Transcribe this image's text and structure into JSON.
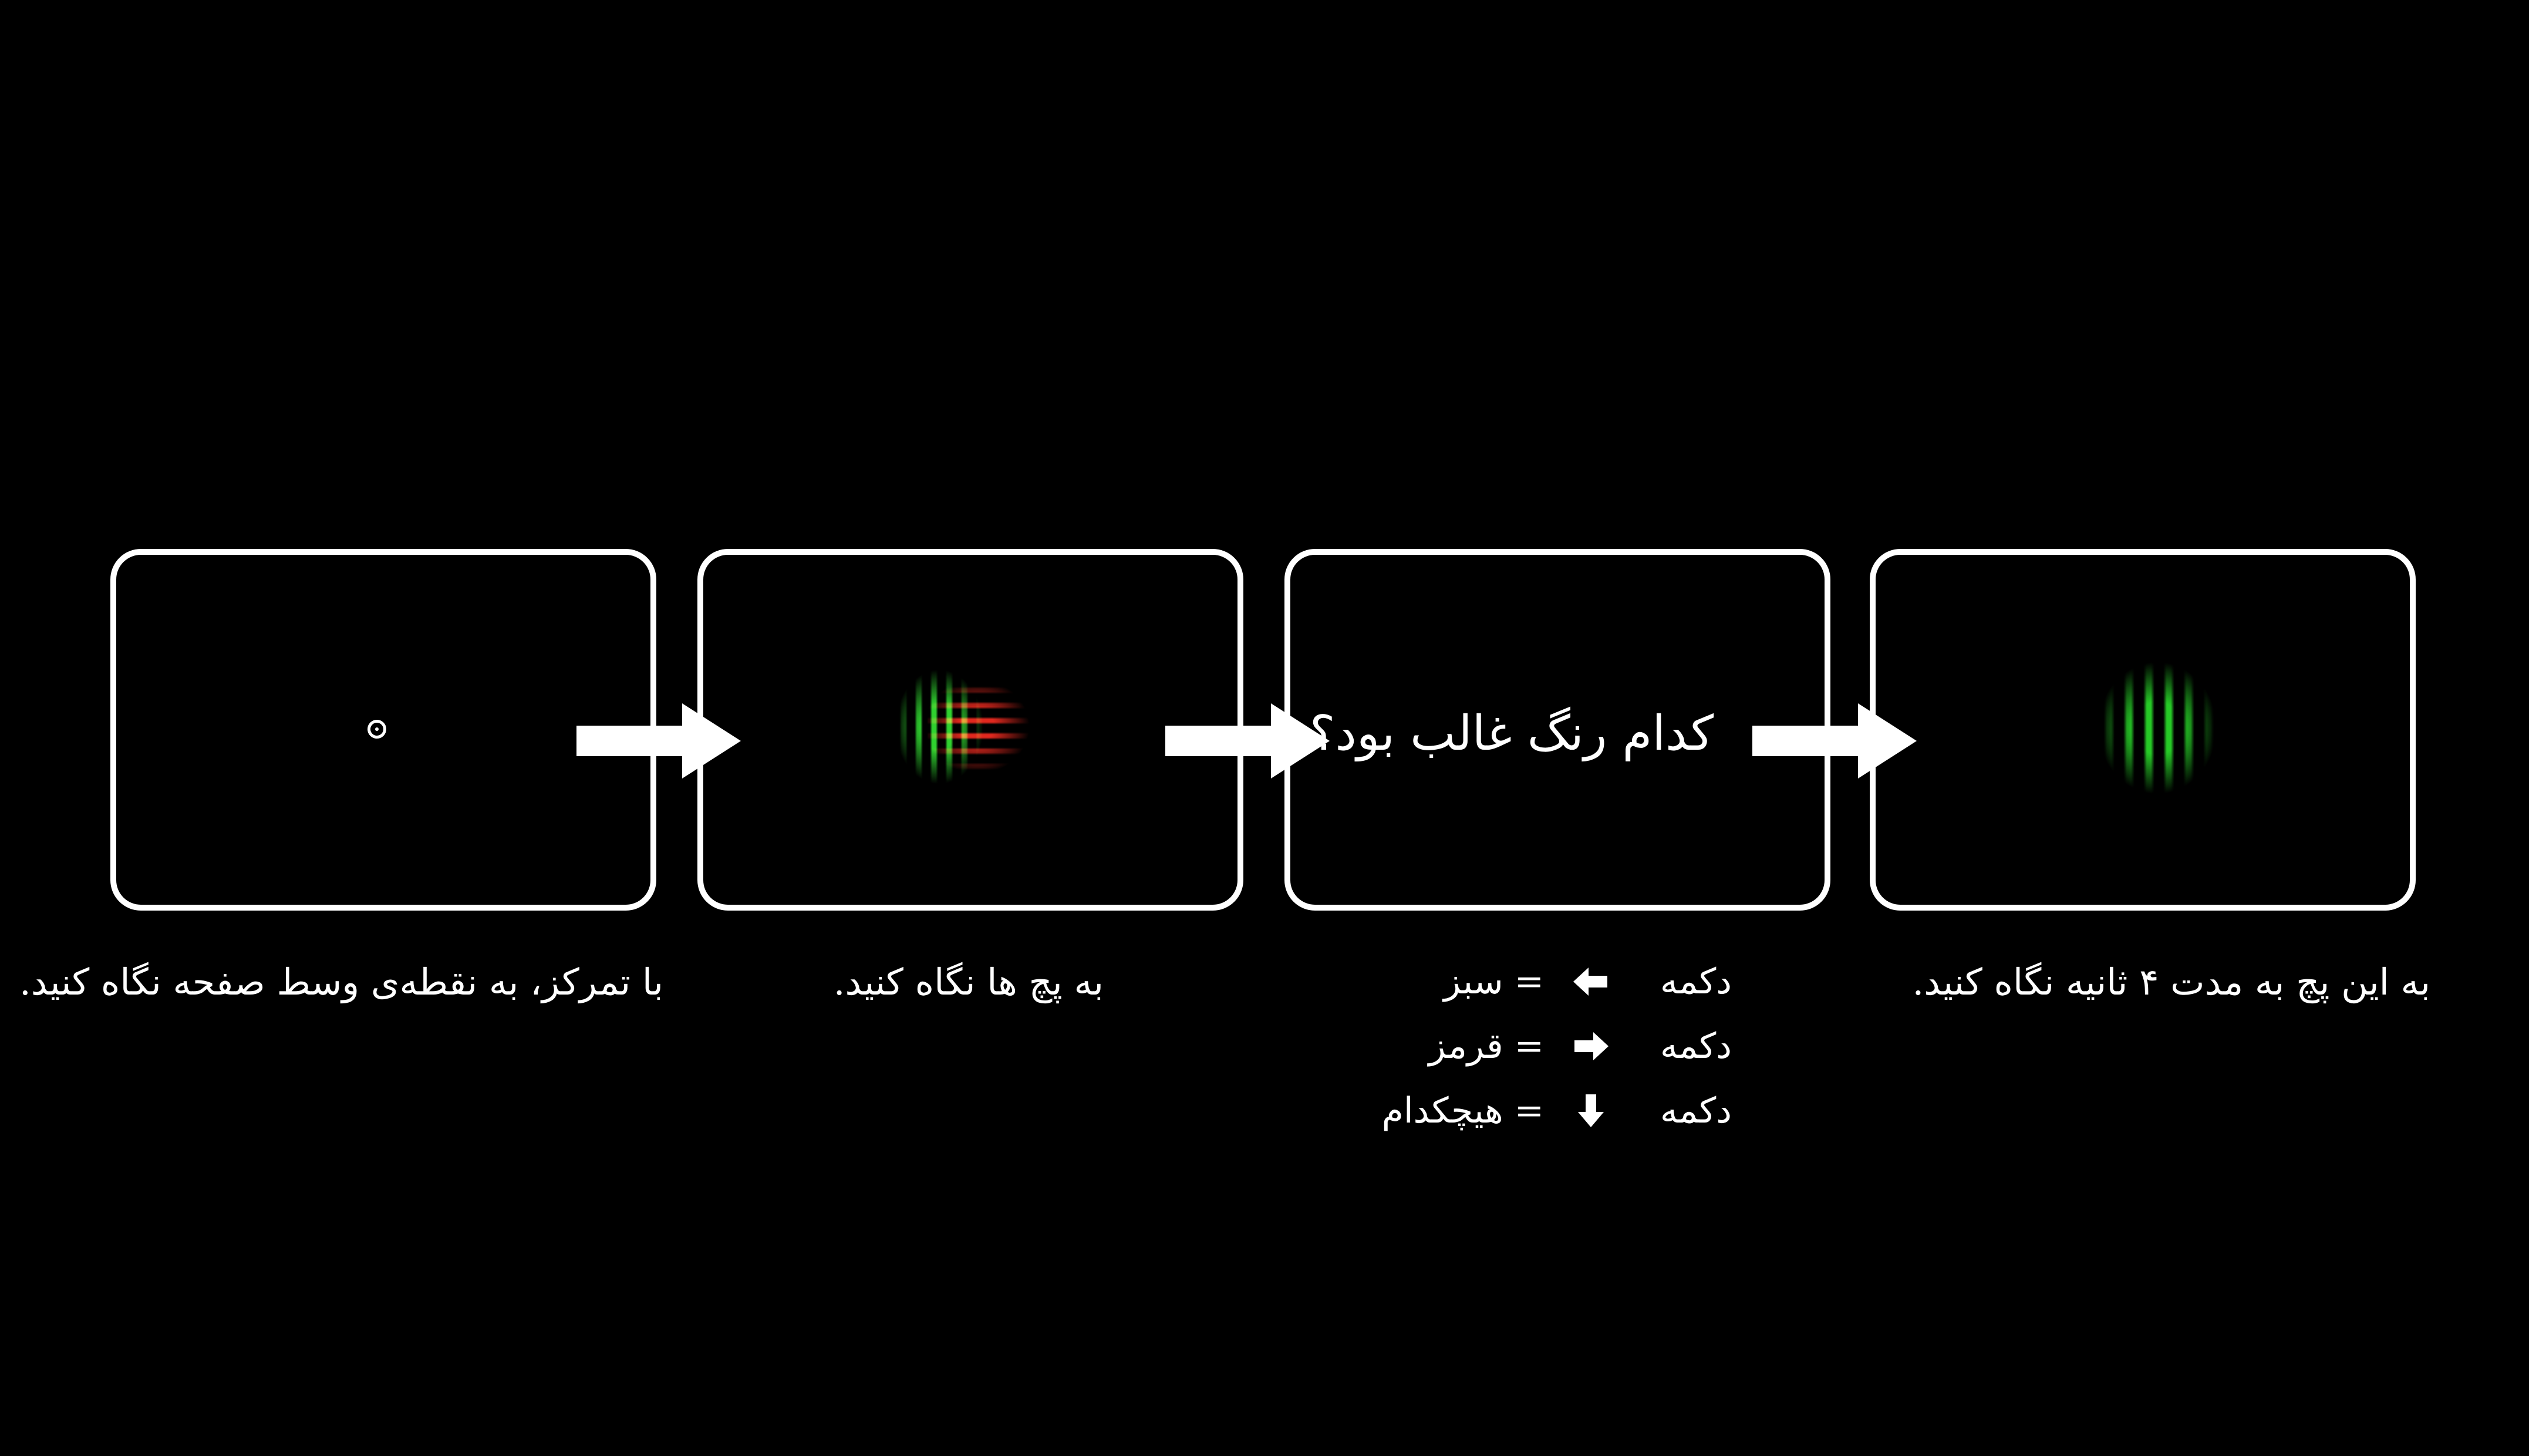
{
  "panels": {
    "question_text": "کدام رنگ غالب بود؟"
  },
  "captions": {
    "fixation": "با تمرکز، به نقطه‌ی وسط صفحه نگاه کنید.",
    "plaid": "به پچ ها نگاه کنید.",
    "adaptation": "به این پچ به مدت ۴ ثانیه نگاه کنید."
  },
  "response_keys": [
    {
      "word": "دکمه",
      "arrow_icon": "arrow-left-icon",
      "meaning": "= سبز"
    },
    {
      "word": "دکمه",
      "arrow_icon": "arrow-right-icon",
      "meaning": "= قرمز"
    },
    {
      "word": "دکمه",
      "arrow_icon": "arrow-down-icon",
      "meaning": "= هیچکدام"
    }
  ],
  "colors": {
    "background": "#000000",
    "outline": "#ffffff",
    "grating_green": "#2fd12f",
    "grating_red": "#e0281e"
  },
  "icons": {
    "flow_arrow": "arrow-right-icon",
    "fixation": "fixation-dot-icon"
  }
}
